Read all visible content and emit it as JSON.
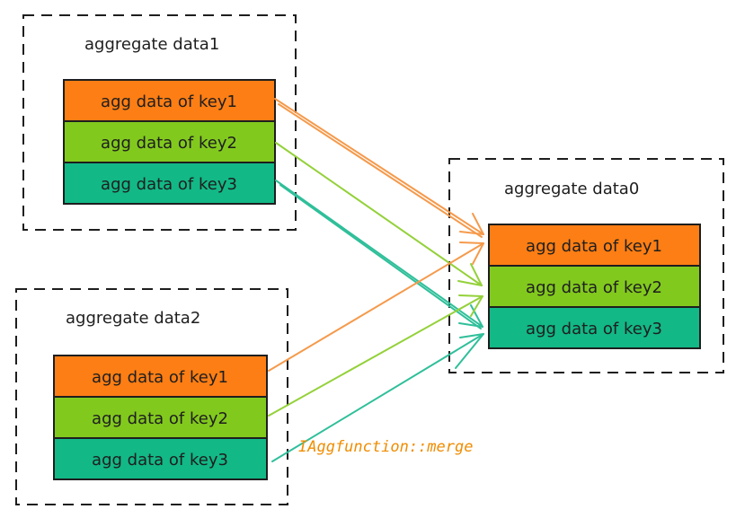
{
  "colors": {
    "key1": "#fd7e14",
    "key2": "#82c91e",
    "key3": "#12b886",
    "arrow_key1": "#f59a4c",
    "arrow_key2": "#94d13a",
    "arrow_key3": "#2fbf9a",
    "merge_label": "#f08c00",
    "border": "#1e1e1e"
  },
  "groups": [
    {
      "id": "data1",
      "title": "aggregate data1",
      "rows": [
        "agg data of key1",
        "agg data of key2",
        "agg data of key3"
      ]
    },
    {
      "id": "data2",
      "title": "aggregate data2",
      "rows": [
        "agg data of key1",
        "agg data of key2",
        "agg data of key3"
      ]
    },
    {
      "id": "data0",
      "title": "aggregate data0",
      "rows": [
        "agg data of key1",
        "agg data of key2",
        "agg data of key3"
      ]
    }
  ],
  "merge_label": "IAggfunction::merge"
}
